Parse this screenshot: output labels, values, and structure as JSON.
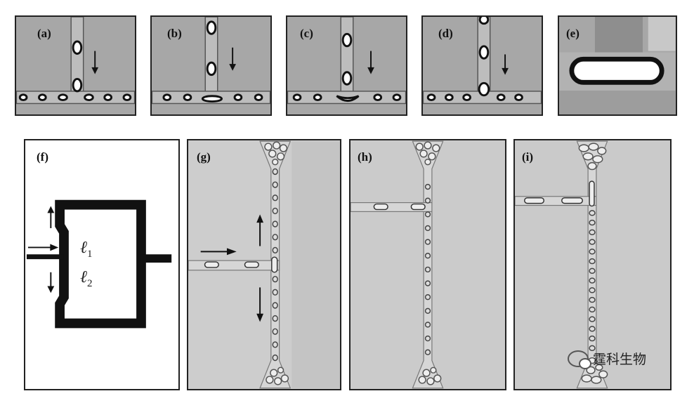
{
  "panels": {
    "a": "(a)",
    "b": "(b)",
    "c": "(c)",
    "d": "(d)",
    "e": "(e)",
    "f": "(f)",
    "g": "(g)",
    "h": "(h)",
    "i": "(i)"
  },
  "diagram": {
    "l1": "ℓ",
    "l1_sub": "1",
    "l2": "ℓ",
    "l2_sub": "2"
  },
  "watermark": "霆科生物",
  "colors": {
    "micro_bg": "#a7a7a7",
    "channel": "#bdbdbd",
    "bright_bg": "#cdcdcd",
    "dark": "#111111"
  }
}
